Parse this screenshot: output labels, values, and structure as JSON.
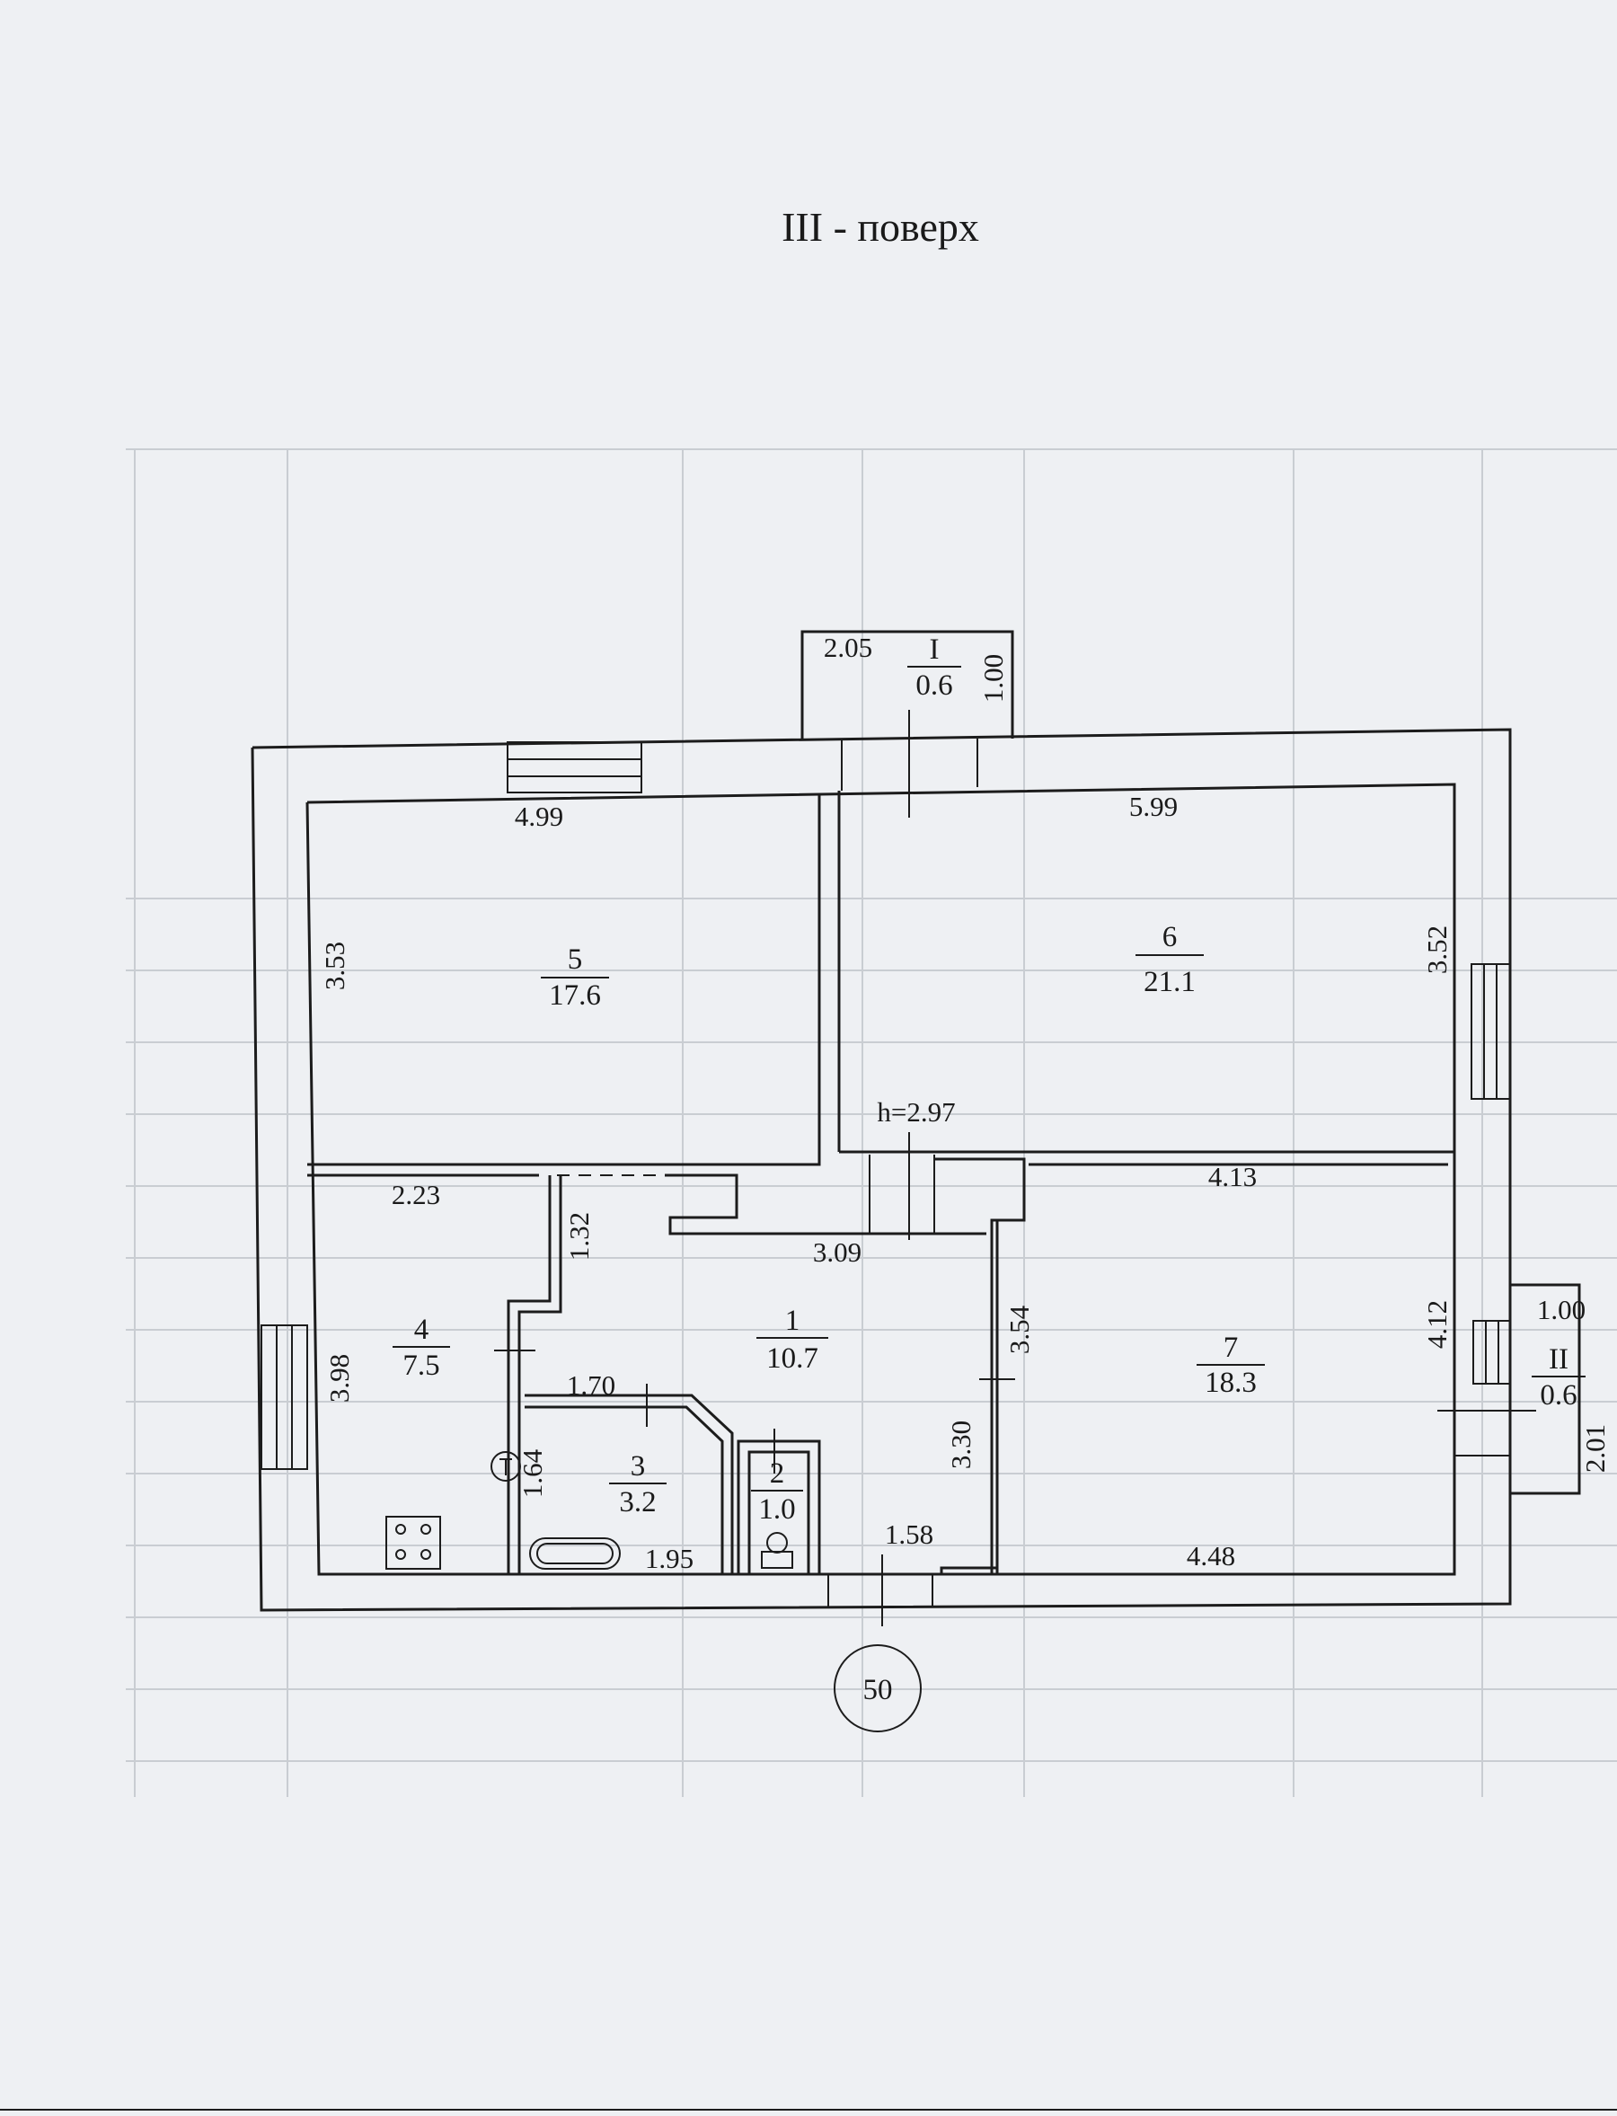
{
  "title": "III - поверх",
  "plan_number": "50",
  "height_note": "h=2.97",
  "rooms": [
    {
      "id": "5",
      "area": "17.6"
    },
    {
      "id": "6",
      "area": "21.1"
    },
    {
      "id": "4",
      "area": "7.5"
    },
    {
      "id": "1",
      "area": "10.7"
    },
    {
      "id": "7",
      "area": "18.3"
    },
    {
      "id": "3",
      "area": "3.2"
    },
    {
      "id": "2",
      "area": "1.0"
    },
    {
      "id": "I",
      "area": "0.6"
    },
    {
      "id": "II",
      "area": "0.6"
    }
  ],
  "dimensions": {
    "balcony1_width": "2.05",
    "balcony1_depth": "1.00",
    "room5_width": "4.99",
    "room5_depth": "3.53",
    "room6_width": "5.99",
    "room6_depth": "3.52",
    "room4_width": "2.23",
    "room4_depth": "3.98",
    "corridor_a": "1.32",
    "corridor_b": "3.09",
    "corridor_c": "3.54",
    "corridor_d": "3.30",
    "bath_width": "1.70",
    "bath_depth": "1.64",
    "bath_bottom": "1.95",
    "wc_width": "1.58",
    "room7_width_top": "4.13",
    "room7_width_bottom": "4.48",
    "room7_depth": "4.12",
    "balcony2_width": "1.00",
    "balcony2_depth": "2.01"
  }
}
